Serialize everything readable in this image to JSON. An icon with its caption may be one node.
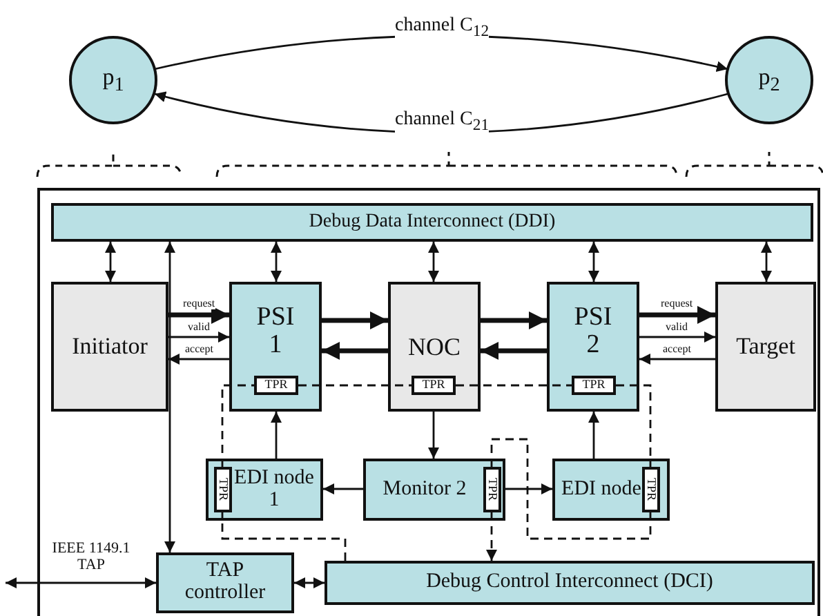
{
  "diagram": {
    "nodes": [
      {
        "text": [
          "p$_{1}$"
        ]
      },
      {
        "text": [
          "p$_{2}$"
        ]
      },
      {
        "text": [],
        "shape": "box"
      },
      {
        "text": [
          "Debug Data Interconnect (DDI)"
        ],
        "in": 2
      },
      {
        "text": [
          "Initiator"
        ],
        "in": 2
      },
      {
        "text": [
          "PSI 1"
        ],
        "in": 2
      },
      {
        "text": [
          "NOC"
        ],
        "in": 2
      },
      {
        "text": [
          "PSI 2"
        ],
        "in": 2
      },
      {
        "text": [
          "Target"
        ],
        "in": 2
      },
      {
        "text": [
          "TPR"
        ],
        "in": 5
      },
      {
        "text": [
          "TPR"
        ],
        "in": 6
      },
      {
        "text": [
          "TPR"
        ],
        "in": 7
      },
      {
        "text": [
          "EDI node 1"
        ],
        "in": 2
      },
      {
        "text": [
          "TPR"
        ],
        "in": 12
      },
      {
        "text": [
          "Monitor 2"
        ],
        "in": 2
      },
      {
        "text": [
          "TPR"
        ],
        "in": 14
      },
      {
        "text": [
          "EDI node"
        ],
        "in": 2
      },
      {
        "text": [
          "TPR"
        ],
        "in": 16
      },
      {
        "text": [
          "TAP controller"
        ],
        "in": 2
      },
      {
        "text": [
          "Debug Control Interconnect (DCI)"
        ],
        "in": 2
      }
    ],
    "edges": [
      {
        "from": 0,
        "to": 1,
        "arrow": "to",
        "label": "channel C$_{12}$"
      },
      {
        "from": 1,
        "to": 0,
        "arrow": "to",
        "label": "channel C$_{21}$"
      },
      {
        "from": 3,
        "to": 4,
        "arrow": "both"
      },
      {
        "from": 3,
        "to": 5,
        "arrow": "both"
      },
      {
        "from": 3,
        "to": 6,
        "arrow": "both"
      },
      {
        "from": 3,
        "to": 7,
        "arrow": "both"
      },
      {
        "from": 3,
        "to": 8,
        "arrow": "both"
      },
      {
        "from": 18,
        "to": 3,
        "arrow": "both"
      },
      {
        "from": 4,
        "to": 5,
        "arrow": "to",
        "label": "request",
        "style": "thick"
      },
      {
        "from": 4,
        "to": 5,
        "arrow": "to",
        "label": "valid"
      },
      {
        "from": 5,
        "to": 4,
        "arrow": "to",
        "label": "accept"
      },
      {
        "from": 5,
        "to": 6,
        "arrow": "to",
        "style": "thick"
      },
      {
        "from": 6,
        "to": 5,
        "arrow": "to",
        "style": "thick"
      },
      {
        "from": 6,
        "to": 7,
        "arrow": "to",
        "style": "thick"
      },
      {
        "from": 7,
        "to": 6,
        "arrow": "to",
        "style": "thick"
      },
      {
        "from": 7,
        "to": 8,
        "arrow": "to",
        "label": "request",
        "style": "thick"
      },
      {
        "from": 7,
        "to": 8,
        "arrow": "to",
        "label": "valid"
      },
      {
        "from": 8,
        "to": 7,
        "arrow": "to",
        "label": "accept"
      },
      {
        "from": 6,
        "to": 14,
        "arrow": "to"
      },
      {
        "from": 14,
        "to": 12,
        "arrow": "to"
      },
      {
        "from": 14,
        "to": 16,
        "arrow": "to"
      },
      {
        "from": 12,
        "to": 5,
        "arrow": "to"
      },
      {
        "from": 16,
        "to": 7,
        "arrow": "to"
      },
      {
        "from": null,
        "to": 18,
        "arrow": "both",
        "label": "IEEE 1149.1 TAP"
      },
      {
        "from": 18,
        "to": 19,
        "arrow": "both"
      },
      {
        "from": 19,
        "to": 13,
        "arrow": "none",
        "style": "dashed"
      },
      {
        "from": 13,
        "to": 9,
        "arrow": "none",
        "style": "dashed"
      },
      {
        "from": 9,
        "to": 10,
        "arrow": "none",
        "style": "dashed"
      },
      {
        "from": 10,
        "to": 11,
        "arrow": "none",
        "style": "dashed"
      },
      {
        "from": 11,
        "to": 17,
        "arrow": "none",
        "style": "dashed"
      },
      {
        "from": 17,
        "to": 15,
        "arrow": "none",
        "style": "dashed"
      },
      {
        "from": 15,
        "to": 19,
        "arrow": "to",
        "style": "dashed"
      }
    ]
  }
}
